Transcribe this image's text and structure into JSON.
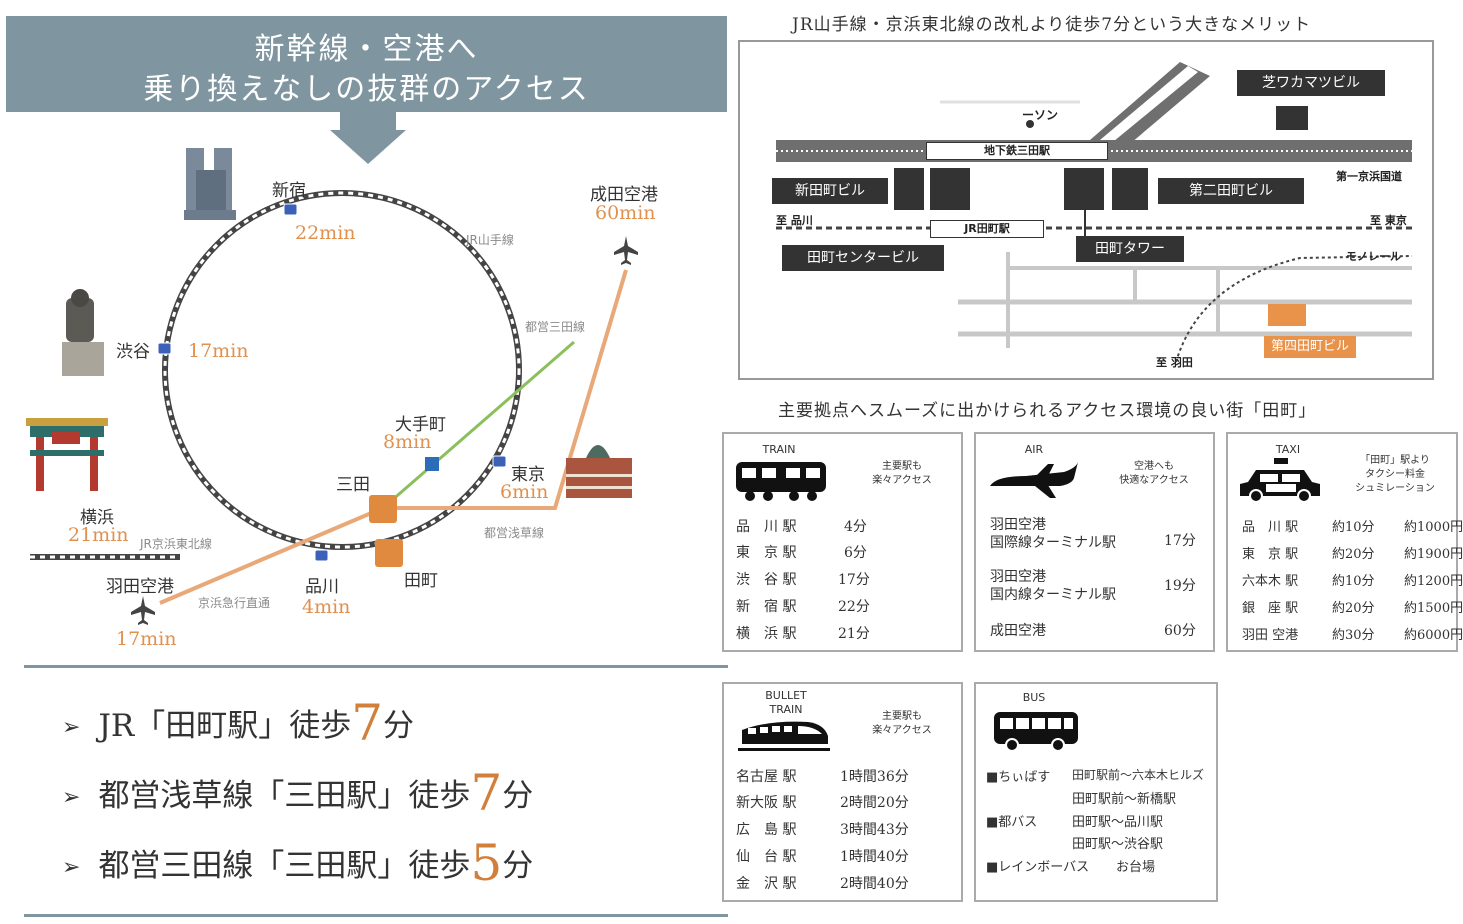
{
  "banner": {
    "line1": "新幹線・空港へ",
    "line2": "乗り換えなしの抜群のアクセス"
  },
  "colors": {
    "banner": "#7f95a0",
    "orange_route": "#e8a877",
    "green_route": "#8cbf5c",
    "accent": "#d17f3b",
    "time_text": "#e0914f"
  },
  "route_map": {
    "stations": {
      "shinjuku": "新宿",
      "shibuya": "渋谷",
      "yokohama": "横浜",
      "haneda": "羽田空港",
      "shinagawa": "品川",
      "tamachi": "田町",
      "mita": "三田",
      "otemachi": "大手町",
      "tokyo": "東京",
      "narita": "成田空港"
    },
    "times": {
      "shinjuku": "22min",
      "shibuya": "17min",
      "yokohama": "21min",
      "haneda": "17min",
      "shinagawa": "4min",
      "otemachi": "8min",
      "tokyo": "6min",
      "narita": "60min"
    },
    "lines": {
      "yamanote": "JR山手線",
      "mita_line": "都営三田線",
      "asakusa": "都営浅草線",
      "keihin_tohoku": "JR京浜東北線",
      "keikyu": "京浜急行直通"
    },
    "icons": [
      "government-building-icon",
      "hachiko-statue-icon",
      "chinatown-gate-icon",
      "tokyo-station-building-icon",
      "airplane-icon"
    ]
  },
  "walks": [
    {
      "prefix": "JR「田町駅」徒歩",
      "num": "7",
      "suffix": "分"
    },
    {
      "prefix": "都営浅草線「三田駅」徒歩",
      "num": "7",
      "suffix": "分"
    },
    {
      "prefix": "都営三田線「三田駅」徒歩",
      "num": "5",
      "suffix": "分"
    }
  ],
  "area_map": {
    "heading": "JR山手線・京浜東北線の改札より徒歩7分という大きなメリット",
    "labels": {
      "shiba": "芝ワカマツビル",
      "lawson": "ーソン",
      "mita_sub": "地下鉄三田駅",
      "daiichi": "第一京浜国道",
      "shintamachi": "新田町ビル",
      "daini": "第二田町ビル",
      "to_shinagawa": "至 品川",
      "jr_tamachi": "JR田町駅",
      "to_tokyo": "至 東京",
      "center": "田町センタービル",
      "tower": "田町タワー",
      "monorail": "モノレール",
      "to_haneda": "至 羽田",
      "daiyon": "第四田町ビル"
    }
  },
  "access": {
    "heading": "主要拠点へスムーズに出かけられるアクセス環境の良い街「田町」",
    "train": {
      "title": "TRAIN",
      "note": [
        "主要駅も",
        "楽々アクセス"
      ],
      "rows": [
        {
          "name": "品　川 駅",
          "time": "4分"
        },
        {
          "name": "東　京 駅",
          "time": "6分"
        },
        {
          "name": "渋　谷 駅",
          "time": "17分"
        },
        {
          "name": "新　宿 駅",
          "time": "22分"
        },
        {
          "name": "横　浜 駅",
          "time": "21分"
        }
      ]
    },
    "air": {
      "title": "AIR",
      "note": [
        "空港へも",
        "快適なアクセス"
      ],
      "rows": [
        {
          "name": "羽田空港",
          "sub": "国際線ターミナル駅",
          "time": "17分"
        },
        {
          "name": "羽田空港",
          "sub": "国内線ターミナル駅",
          "time": "19分"
        },
        {
          "name": "成田空港",
          "sub": "",
          "time": "60分"
        }
      ]
    },
    "taxi": {
      "title": "TAXI",
      "note": [
        "「田町」駅より",
        "タクシー料金",
        "シュミレーション"
      ],
      "rows": [
        {
          "name": "品　川 駅",
          "time": "約10分",
          "fare": "約1000円"
        },
        {
          "name": "東　京 駅",
          "time": "約20分",
          "fare": "約1900円"
        },
        {
          "name": "六本木 駅",
          "time": "約10分",
          "fare": "約1200円"
        },
        {
          "name": "銀　座 駅",
          "time": "約20分",
          "fare": "約1500円"
        },
        {
          "name": "羽田 空港",
          "time": "約30分",
          "fare": "約6000円"
        }
      ]
    },
    "bullet": {
      "title1": "BULLET",
      "title2": "TRAIN",
      "note": [
        "主要駅も",
        "楽々アクセス"
      ],
      "rows": [
        {
          "name": "名古屋 駅",
          "time": "1時間36分"
        },
        {
          "name": "新大阪 駅",
          "time": "2時間20分"
        },
        {
          "name": "広　島 駅",
          "time": "3時間43分"
        },
        {
          "name": "仙　台 駅",
          "time": "1時間40分"
        },
        {
          "name": "金　沢 駅",
          "time": "2時間40分"
        }
      ]
    },
    "bus": {
      "title": "BUS",
      "rows": [
        {
          "name": "■ちぃばす",
          "route": "田町駅前～六本木ヒルズ"
        },
        {
          "name": "",
          "route": "田町駅前～新橋駅"
        },
        {
          "name": "■都バス",
          "route": "田町駅～品川駅"
        },
        {
          "name": "",
          "route": "田町駅～渋谷駅"
        },
        {
          "name": "■レインボーバス",
          "route": "お台場"
        }
      ]
    }
  }
}
